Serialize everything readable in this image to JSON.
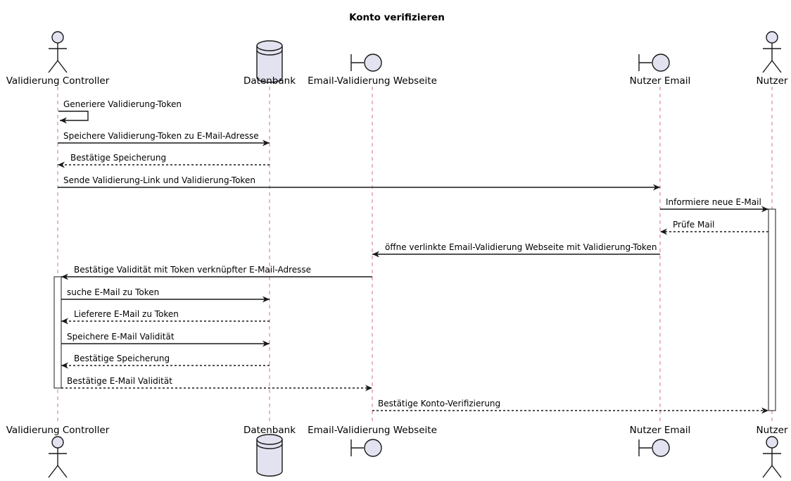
{
  "diagram": {
    "title": "Konto verifizieren",
    "participants": [
      {
        "id": "controller",
        "label": "Validierung Controller",
        "kind": "actor"
      },
      {
        "id": "db",
        "label": "Datenbank",
        "kind": "database"
      },
      {
        "id": "web",
        "label": "Email-Validierung Webseite",
        "kind": "boundary"
      },
      {
        "id": "mail",
        "label": "Nutzer Email",
        "kind": "boundary"
      },
      {
        "id": "user",
        "label": "Nutzer",
        "kind": "actor"
      }
    ],
    "messages": [
      {
        "from": "controller",
        "to": "controller",
        "label": "Generiere Validierung-Token",
        "style": "solid"
      },
      {
        "from": "controller",
        "to": "db",
        "label": "Speichere Validierung-Token zu E-Mail-Adresse",
        "style": "solid"
      },
      {
        "from": "db",
        "to": "controller",
        "label": "Bestätige Speicherung",
        "style": "dashed"
      },
      {
        "from": "controller",
        "to": "mail",
        "label": "Sende Validierung-Link und Validierung-Token",
        "style": "solid"
      },
      {
        "from": "mail",
        "to": "user",
        "label": "Informiere neue E-Mail",
        "style": "solid"
      },
      {
        "from": "user",
        "to": "mail",
        "label": "Prüfe Mail",
        "style": "dashed"
      },
      {
        "from": "mail",
        "to": "web",
        "label": "öffne verlinkte Email-Validierung Webseite mit Validierung-Token",
        "style": "solid"
      },
      {
        "from": "web",
        "to": "controller",
        "label": "Bestätige Validität mit Token verknüpfter E-Mail-Adresse",
        "style": "solid"
      },
      {
        "from": "controller",
        "to": "db",
        "label": "suche E-Mail zu Token",
        "style": "solid"
      },
      {
        "from": "db",
        "to": "controller",
        "label": "Lieferere E-Mail zu Token",
        "style": "dashed"
      },
      {
        "from": "controller",
        "to": "db",
        "label": "Speichere E-Mail Validität",
        "style": "solid"
      },
      {
        "from": "db",
        "to": "controller",
        "label": "Bestätige Speicherung",
        "style": "dashed"
      },
      {
        "from": "controller",
        "to": "web",
        "label": "Bestätige E-Mail Validität",
        "style": "dashed"
      },
      {
        "from": "web",
        "to": "user",
        "label": "Bestätige Konto-Verifizierung",
        "style": "dashed"
      }
    ]
  },
  "colors": {
    "participant_fill": "#e2e2f0",
    "outline": "#181818",
    "lifeline": "#a80036",
    "background": "#ffffff"
  }
}
